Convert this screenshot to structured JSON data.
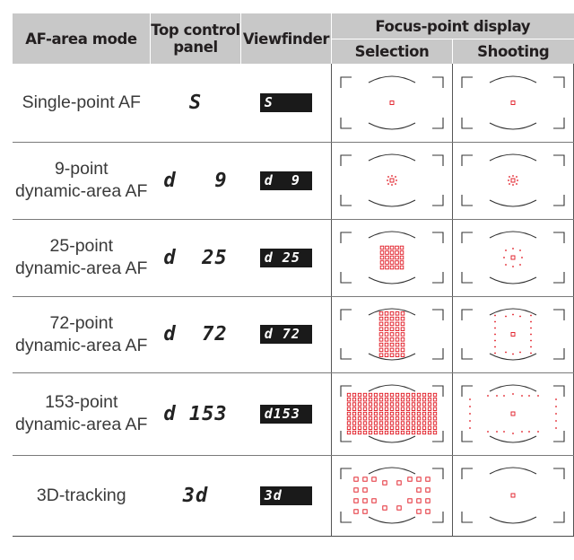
{
  "headers": {
    "af_area_mode": "AF-area mode",
    "top_control_line1": "Top control",
    "top_control_line2": "panel",
    "viewfinder": "Viewfinder",
    "focus_point_display": "Focus-point display",
    "selection": "Selection",
    "shooting": "Shooting"
  },
  "rows": [
    {
      "mode_line1": "Single-point AF",
      "mode_line2": "",
      "lcd": "S",
      "vf": "S",
      "sel": "single",
      "shoot": "single"
    },
    {
      "mode_line1": "9-point",
      "mode_line2": "dynamic-area AF",
      "lcd": "d   9",
      "vf": "d  9",
      "sel": "nine",
      "shoot": "nine"
    },
    {
      "mode_line1": "25-point",
      "mode_line2": "dynamic-area AF",
      "lcd": "d  25",
      "vf": "d 25",
      "sel": "grid25",
      "shoot": "dots25"
    },
    {
      "mode_line1": "72-point",
      "mode_line2": "dynamic-area AF",
      "lcd": "d  72",
      "vf": "d 72",
      "sel": "grid72",
      "shoot": "dots72"
    },
    {
      "mode_line1": "153-point",
      "mode_line2": "dynamic-area AF",
      "lcd": "d 153",
      "vf": "d153",
      "sel": "grid153",
      "shoot": "dots153"
    },
    {
      "mode_line1": "3D-tracking",
      "mode_line2": "",
      "lcd": "3d",
      "vf": "3d",
      "sel": "tracking3d",
      "shoot": "single"
    }
  ],
  "colors": {
    "focus_point": "#e0141e",
    "header_bg": "#c8c8c8",
    "viewfinder_bg": "#1a1a1a"
  }
}
